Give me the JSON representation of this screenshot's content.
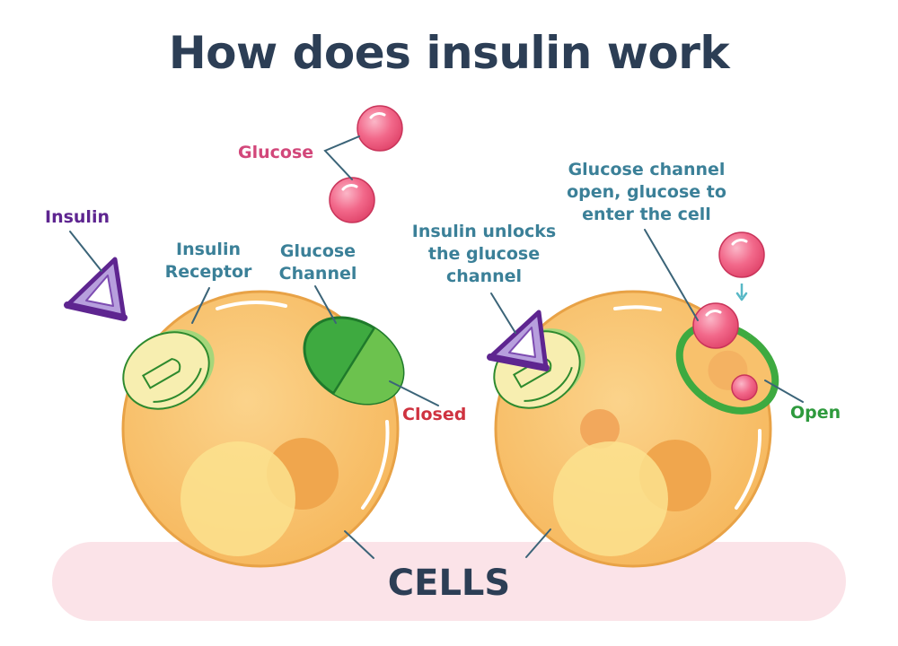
{
  "title": "How does insulin work",
  "labels": {
    "glucose": "Glucose",
    "insulin": "Insulin",
    "insulin_receptor": [
      "Insulin",
      "Receptor"
    ],
    "glucose_channel": [
      "Glucose",
      "Channel"
    ],
    "closed": "Closed",
    "insulin_unlocks": [
      "Insulin unlocks",
      "the glucose",
      "channel"
    ],
    "channel_open": [
      "Glucose channel",
      "open, glucose to",
      "enter the cell"
    ],
    "open": "Open",
    "cells": "CELLS"
  },
  "colors": {
    "title": "#2c3e55",
    "label_teal": "#3b8098",
    "glucose_label": "#d2477a",
    "insulin_label": "#5e2590",
    "closed_label": "#cf3340",
    "open_label": "#2e9a3d",
    "cell_fill": "#f8c16c",
    "cell_outline": "#e8a246",
    "floor": "#fbe3e8",
    "glucose_fill": "#f15a7c",
    "channel_green": "#3eaa40",
    "receptor_fill": "#f7eeb0",
    "insulin_purple": "#7d4cb1"
  },
  "icons": {
    "glucose": "pink-sphere",
    "insulin": "purple-triangle",
    "receptor": "pale-yellow-disc",
    "channel": "green-disc"
  }
}
